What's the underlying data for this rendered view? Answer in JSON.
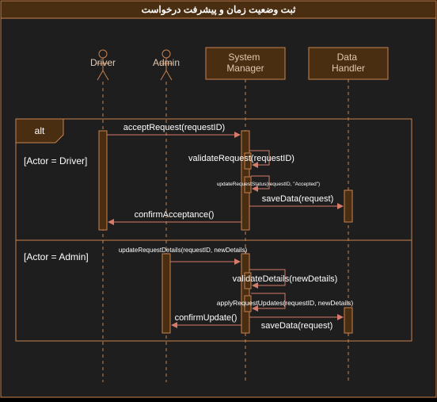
{
  "title": "ثبت وضعیت زمان و پیشرفت درخواست",
  "colors": {
    "background": "#1e1e1e",
    "frame_fill": "#4a2e12",
    "line": "#c9814e",
    "arrow": "#d67a6a",
    "text": "#ffffff",
    "participant_text": "#e0c8b0"
  },
  "participants": [
    {
      "id": "driver",
      "label": "Driver",
      "kind": "actor"
    },
    {
      "id": "admin",
      "label": "Admin",
      "kind": "actor"
    },
    {
      "id": "system",
      "label": "System Manager",
      "kind": "box"
    },
    {
      "id": "data",
      "label": "Data Handler",
      "kind": "box"
    }
  ],
  "fragment": {
    "operator": "alt",
    "guards": [
      "[Actor = Driver]",
      "[Actor = Admin]"
    ]
  },
  "messages": [
    {
      "from": "driver",
      "to": "system",
      "label": "acceptRequest(requestID)",
      "style": "sync"
    },
    {
      "from": "system",
      "to": "system",
      "label": "validateRequest(requestID)",
      "style": "self"
    },
    {
      "from": "system",
      "to": "system",
      "label": "updateRequestStatus(requestID, \"Accepted\")",
      "style": "self"
    },
    {
      "from": "system",
      "to": "data",
      "label": "saveData(request)",
      "style": "sync"
    },
    {
      "from": "system",
      "to": "driver",
      "label": "confirmAcceptance()",
      "style": "reply"
    },
    {
      "from": "admin",
      "to": "system",
      "label": "updateRequestDetails(requestID, newDetails)",
      "style": "sync"
    },
    {
      "from": "system",
      "to": "system",
      "label": "validateDetails(newDetails)",
      "style": "self"
    },
    {
      "from": "system",
      "to": "system",
      "label": "applyRequestUpdates(requestID, newDetails)",
      "style": "self"
    },
    {
      "from": "system",
      "to": "admin",
      "label": "confirmUpdate()",
      "style": "reply"
    },
    {
      "from": "system",
      "to": "data",
      "label": "saveData(request)",
      "style": "sync"
    }
  ]
}
